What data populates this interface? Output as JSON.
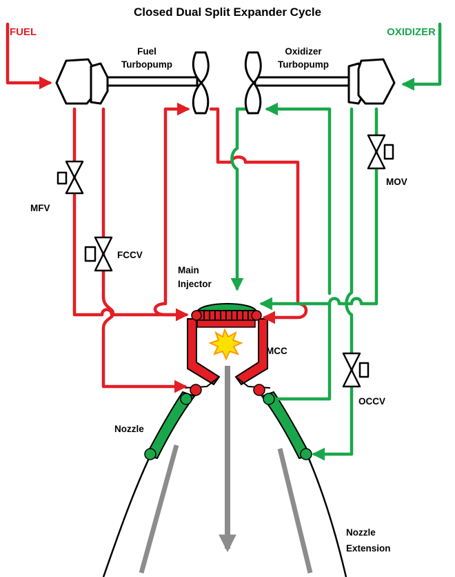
{
  "title": "Closed Dual Split Expander Cycle",
  "labels": {
    "fuel": "FUEL",
    "oxidizer": "OXIDIZER",
    "fuel_turbopump_1": "Fuel",
    "fuel_turbopump_2": "Turbopump",
    "ox_turbopump_1": "Oxidizer",
    "ox_turbopump_2": "Turbopump",
    "mfv": "MFV",
    "fccv": "FCCV",
    "mov": "MOV",
    "occv": "OCCV",
    "main_injector_1": "Main",
    "main_injector_2": "Injector",
    "mcc": "MCC",
    "nozzle": "Nozzle",
    "nozzle_extension_1": "Nozzle",
    "nozzle_extension_2": "Extension"
  },
  "colors": {
    "fuel": "#e31e24",
    "oxidizer": "#1aa74b",
    "flame": "#ffe100",
    "exhaust": "#8c8c8c"
  },
  "icons": {
    "valve": "bowtie-valve-icon",
    "turbine": "turbopump-rotor-icon",
    "combustion": "flame-star-icon"
  }
}
